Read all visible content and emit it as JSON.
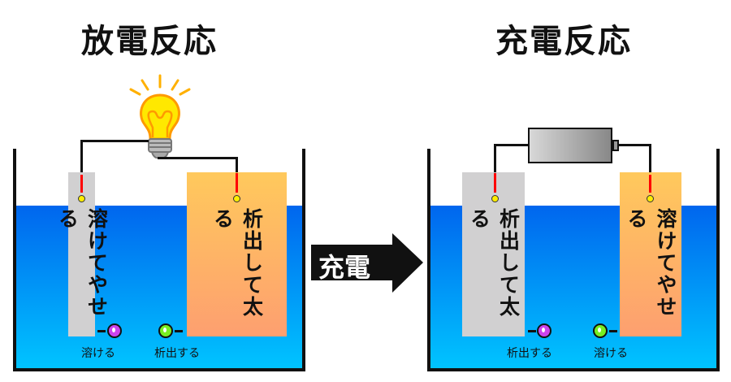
{
  "discharge": {
    "title": "放電反応",
    "left_electrode": "溶けてやせる",
    "right_electrode": "析出して太る",
    "left_label": "溶ける",
    "right_label": "析出する"
  },
  "charge": {
    "title": "充電反応",
    "left_electrode": "析出して太る",
    "right_electrode": "溶けてやせる",
    "left_label": "析出する",
    "right_label": "溶ける"
  },
  "center_arrow": {
    "label": "充電"
  },
  "colors": {
    "water_top": "#0066ee",
    "water_bottom": "#00c4ff",
    "thin_electrode": "#d1d0d1",
    "thick_electrode": "#ffc95c",
    "ion_purple": "#cc44ee",
    "ion_green": "#77ee22"
  }
}
